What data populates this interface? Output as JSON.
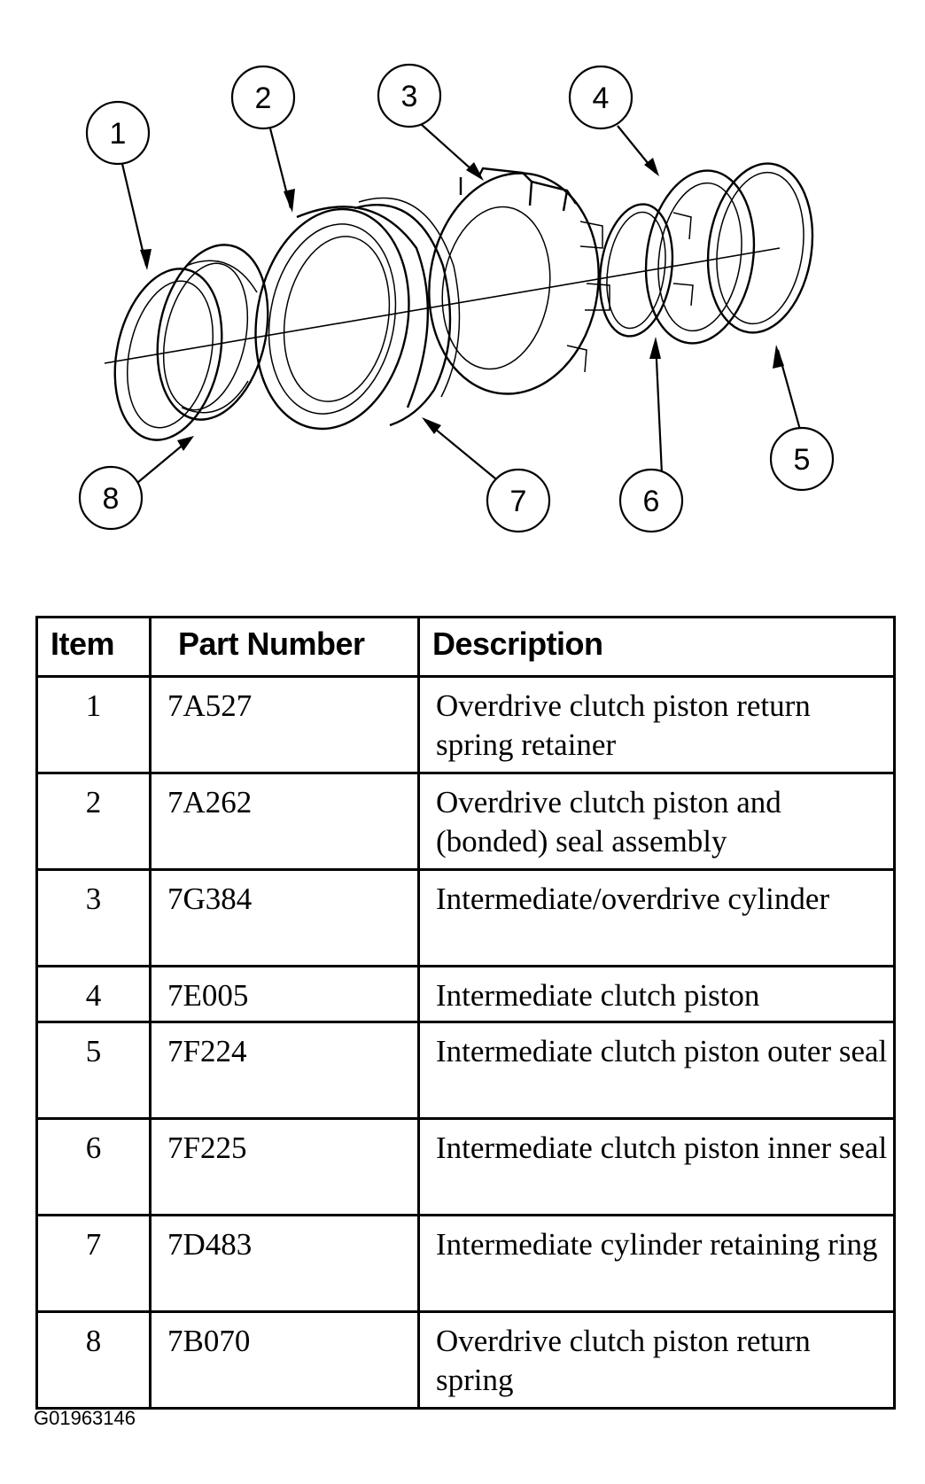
{
  "callouts": [
    "1",
    "2",
    "3",
    "4",
    "5",
    "6",
    "7",
    "8"
  ],
  "table": {
    "headers": {
      "item": "Item",
      "part_number": "Part Number",
      "description": "Description"
    },
    "rows": [
      {
        "item": "1",
        "part_number": "7A527",
        "description": "Overdrive clutch piston return spring retainer"
      },
      {
        "item": "2",
        "part_number": "7A262",
        "description": "Overdrive clutch piston and (bonded) seal assembly"
      },
      {
        "item": "3",
        "part_number": "7G384",
        "description": "Intermediate/overdrive cylinder"
      },
      {
        "item": "4",
        "part_number": "7E005",
        "description": "Intermediate clutch piston"
      },
      {
        "item": "5",
        "part_number": "7F224",
        "description": "Intermediate clutch piston outer seal"
      },
      {
        "item": "6",
        "part_number": "7F225",
        "description": "Intermediate clutch piston inner seal"
      },
      {
        "item": "7",
        "part_number": "7D483",
        "description": "Intermediate cylinder retaining ring"
      },
      {
        "item": "8",
        "part_number": "7B070",
        "description": "Overdrive clutch piston return spring"
      }
    ]
  },
  "figure_code": "G01963146"
}
